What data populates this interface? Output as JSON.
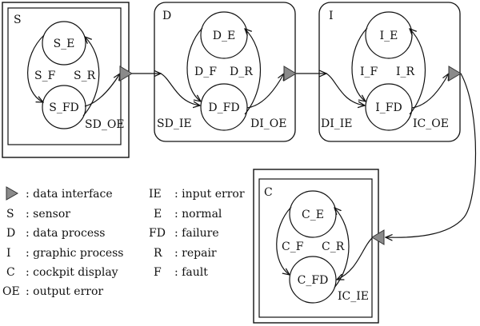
{
  "modules": [
    {
      "id": "S",
      "label": "S",
      "top_state": "S_E",
      "bottom_state": "S_FD",
      "left_arc": "S_F",
      "right_arc": "S_R",
      "out_label": "SD_OE"
    },
    {
      "id": "D",
      "label": "D",
      "top_state": "D_E",
      "bottom_state": "D_FD",
      "left_arc": "D_F",
      "right_arc": "D_R",
      "in_label": "SD_IE",
      "out_label": "DI_OE"
    },
    {
      "id": "I",
      "label": "I",
      "top_state": "I_E",
      "bottom_state": "I_FD",
      "left_arc": "I_F",
      "right_arc": "I_R",
      "in_label": "DI_IE",
      "out_label": "IC_OE"
    },
    {
      "id": "C",
      "label": "C",
      "top_state": "C_E",
      "bottom_state": "C_FD",
      "left_arc": "C_F",
      "right_arc": "C_R",
      "in_label": "IC_IE"
    }
  ],
  "legend": {
    "left": [
      ": data interface",
      ": sensor",
      ": data process",
      ": graphic process",
      ": cockpit display",
      ": output error"
    ],
    "left_keys": [
      "",
      "S",
      "D",
      "I",
      "C",
      "OE"
    ],
    "right_keys": [
      "IE",
      "E",
      "FD",
      "R",
      "F"
    ],
    "right": [
      ": input error",
      ": normal",
      ": failure",
      ": repair",
      ": fault"
    ]
  },
  "colors": {
    "interface_fill": "#8a8a8a",
    "stroke": "#111111"
  }
}
